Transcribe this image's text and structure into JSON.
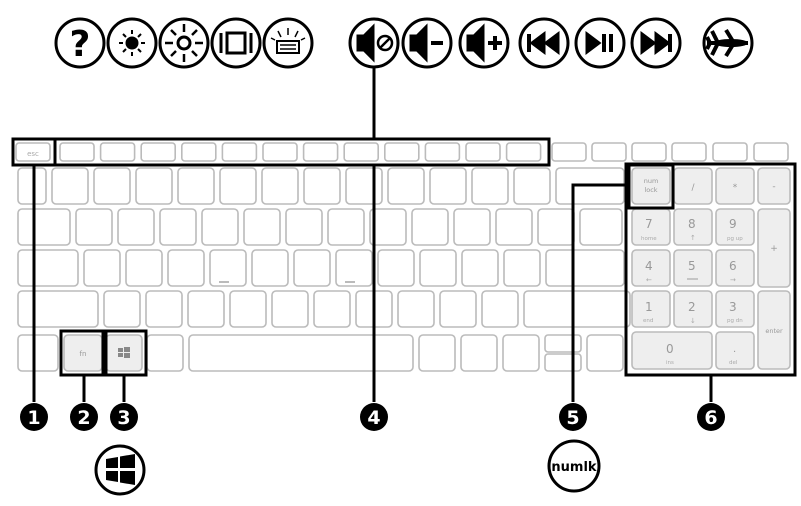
{
  "top_icons": [
    {
      "name": "help-icon",
      "glyph": "?"
    },
    {
      "name": "brightness-down-icon",
      "glyph": ""
    },
    {
      "name": "brightness-up-icon",
      "glyph": ""
    },
    {
      "name": "switch-display-icon",
      "glyph": ""
    },
    {
      "name": "keyboard-backlight-icon",
      "glyph": ""
    },
    {
      "name": "mute-icon",
      "glyph": ""
    },
    {
      "name": "volume-down-icon",
      "glyph": ""
    },
    {
      "name": "volume-up-icon",
      "glyph": ""
    },
    {
      "name": "previous-track-icon",
      "glyph": ""
    },
    {
      "name": "play-pause-icon",
      "glyph": ""
    },
    {
      "name": "next-track-icon",
      "glyph": ""
    },
    {
      "name": "airplane-mode-icon",
      "glyph": ""
    }
  ],
  "keys": {
    "esc": "esc",
    "fn": "fn",
    "num_lock_1": "num",
    "num_lock_2": "lock",
    "slash": "/",
    "asterisk": "*",
    "minus": "-",
    "plus": "+",
    "enter": "enter",
    "num7": "7",
    "home": "home",
    "num8": "8",
    "num9": "9",
    "pgup": "pg up",
    "num4": "4",
    "num5": "5",
    "num6": "6",
    "num1": "1",
    "end": "end",
    "num2": "2",
    "num3": "3",
    "pgdn": "pg dn",
    "num0": "0",
    "ins": "ins",
    "dot": ".",
    "del": "del"
  },
  "callouts": [
    {
      "label": "1"
    },
    {
      "label": "2"
    },
    {
      "label": "3"
    },
    {
      "label": "4"
    },
    {
      "label": "5"
    },
    {
      "label": "6"
    }
  ],
  "numlk_label": "numlk"
}
